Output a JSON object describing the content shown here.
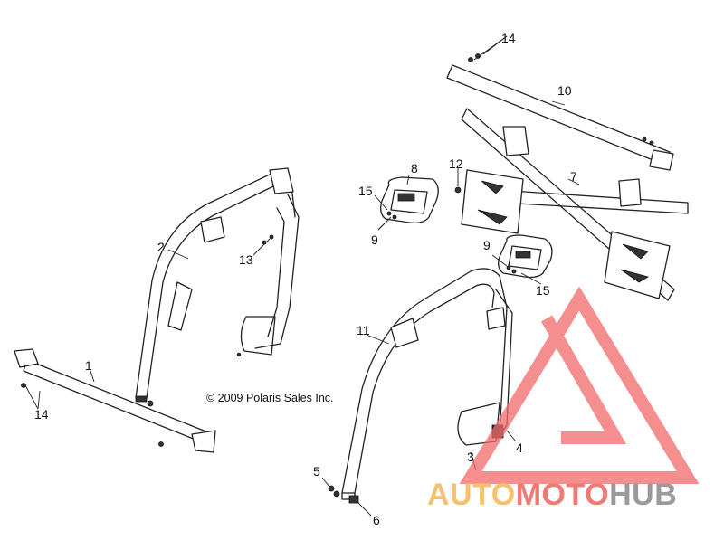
{
  "diagram": {
    "copyright": "© 2009 Polaris Sales Inc.",
    "callouts": {
      "c1": "1",
      "c2": "2",
      "c3": "3",
      "c4": "4",
      "c5": "5",
      "c6": "6",
      "c7": "7",
      "c8": "8",
      "c9a": "9",
      "c9b": "9",
      "c10": "10",
      "c11": "11",
      "c12": "12",
      "c13": "13",
      "c14a": "14",
      "c14b": "14",
      "c15a": "15",
      "c15b": "15"
    }
  },
  "watermark": {
    "part1": "AUTO",
    "part2": "MOTO",
    "part3": "HUB",
    "colors": {
      "auto": "#f5c16f",
      "moto": "#f07a74",
      "hub": "#9a9a9a",
      "triangle": "#f26a6a"
    }
  }
}
